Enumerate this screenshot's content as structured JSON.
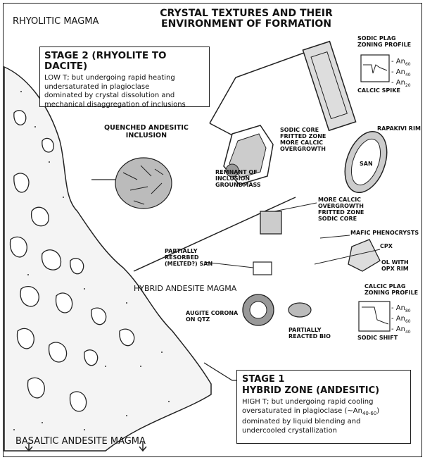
{
  "title": {
    "line1": "CRYSTAL TEXTURES AND THEIR",
    "line2": "ENVIRONMENT OF FORMATION"
  },
  "regions": {
    "rhyolitic": "RHYOLITIC MAGMA",
    "hybrid": "HYBRID ANDESITE MAGMA",
    "basaltic": "BASALTIC ANDESITE MAGMA"
  },
  "stage2": {
    "heading": "STAGE 2 (RHYOLITE TO DACITE)",
    "lines": [
      "LOW T; but undergoing rapid heating",
      "undersaturated in plagioclase",
      "dominated by crystal dissolution and",
      "mechanical disaggregation of inclusions"
    ]
  },
  "stage1": {
    "heading": "STAGE 1",
    "subheading": "HYBRID ZONE (ANDESITIC)",
    "lines": [
      "HIGH T; but undergoing rapid cooling",
      "oversaturated in plagioclase (~An",
      "dominated by liquid blending and",
      "undercooled crystallization"
    ],
    "an_sub": "40-60",
    "an_close": ")"
  },
  "labels": {
    "quenched_inclusion": [
      "QUENCHED ANDESITIC",
      "INCLUSION"
    ],
    "sodic_profile": [
      "SODIC PLAG",
      "ZONING PROFILE"
    ],
    "calcic_spike": "CALCIC SPIKE",
    "sodic_core_group": [
      "SODIC CORE",
      "FRITTED ZONE",
      "MORE CALCIC",
      "OVERGROWTH"
    ],
    "remnant": [
      "REMNANT OF",
      "INCLUSION",
      "GROUNDMASS"
    ],
    "rapakivi": "RAPAKIVI RIM",
    "san": "SAN",
    "overgrowth_group": [
      "MORE CALCIC",
      "OVERGROWTH",
      "FRITTED ZONE",
      "SODIC CORE"
    ],
    "mafic": "MAFIC PHENOCRYSTS",
    "cpx": "CPX",
    "ol_opx": [
      "OL WITH",
      "OPX RIM"
    ],
    "partially_resorbed": [
      "PARTIALLY",
      "RESORBED",
      "(MELTED?) SAN"
    ],
    "calcic_profile": [
      "CALCIC PLAG",
      "ZONING PROFILE"
    ],
    "augite": [
      "AUGITE CORONA",
      "ON QTZ"
    ],
    "bio": [
      "PARTIALLY",
      "REACTED BIO"
    ],
    "sodic_shift": "SODIC SHIFT"
  },
  "an_values": {
    "top": [
      {
        "base": "An",
        "sub": "60"
      },
      {
        "base": "An",
        "sub": "40"
      },
      {
        "base": "An",
        "sub": "20"
      }
    ],
    "bottom": [
      {
        "base": "An",
        "sub": "80"
      },
      {
        "base": "An",
        "sub": "60"
      },
      {
        "base": "An",
        "sub": "40"
      }
    ]
  }
}
